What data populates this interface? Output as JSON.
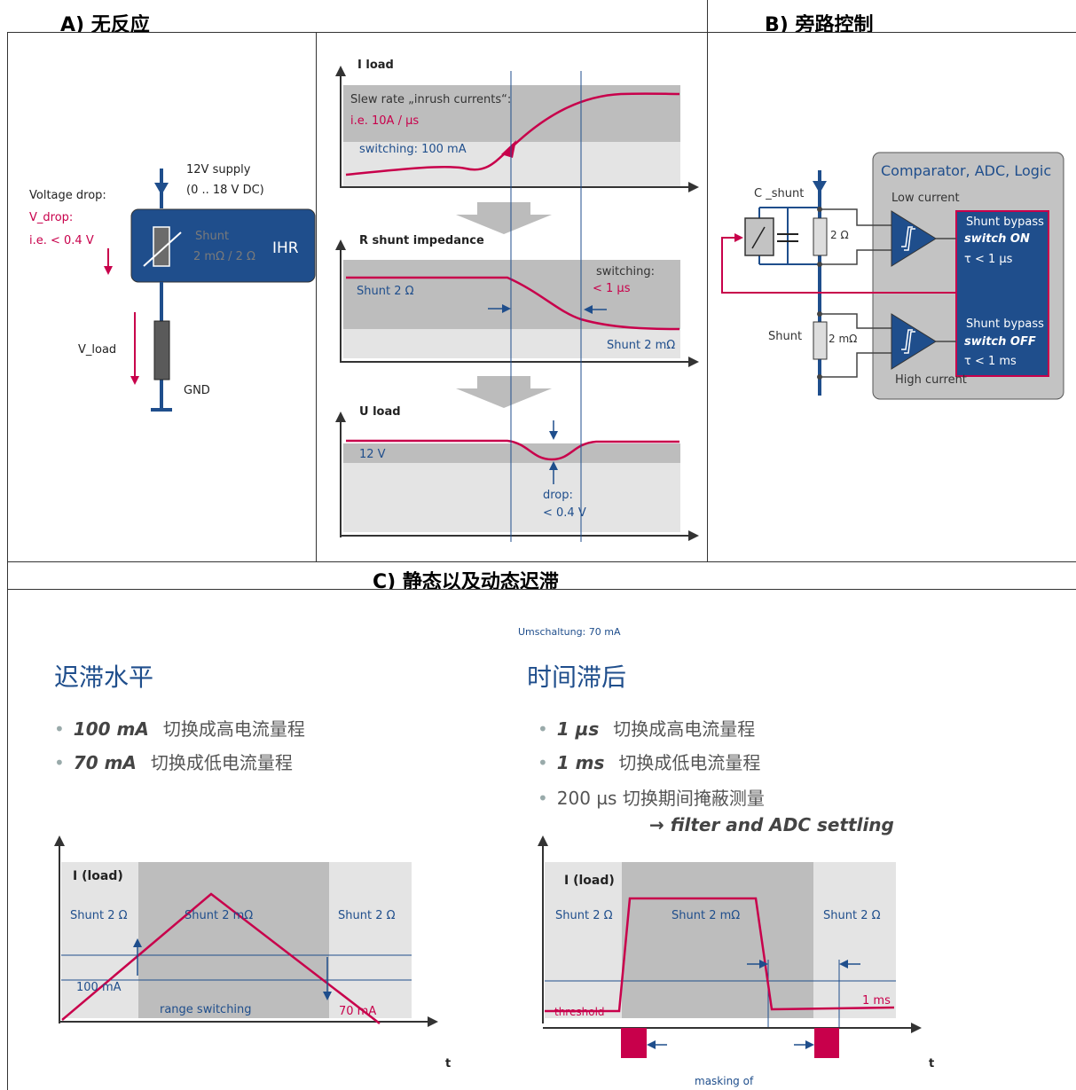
{
  "headers": {
    "a": "A) 无反应",
    "b": "B) 旁路控制",
    "c": "C) 静态以及动态迟滞"
  },
  "section_a": {
    "supply": "12V supply",
    "supply_range": "(0 .. 18 V DC)",
    "vdrop_label": "Voltage drop:",
    "vdrop_name": "V_drop:",
    "vdrop_value": "i.e. < 0.4 V",
    "shunt_line1": "Shunt",
    "shunt_line2": "2 mΩ / 2 Ω",
    "ihr": "IHR",
    "vload": "V_load",
    "gnd": "GND"
  },
  "charts_a": {
    "iload": {
      "title": "I load",
      "slew": "Slew rate „inrush currents“:",
      "slew_value": "i.e. 10A / µs",
      "switching": "switching: 100 mA"
    },
    "rshunt": {
      "title": "R shunt impedance",
      "shunt_high": "Shunt 2 Ω",
      "switching": "switching:",
      "switching_value": "< 1 µs",
      "shunt_low": "Shunt 2 mΩ"
    },
    "uload": {
      "title": "U load",
      "v12": "12 V",
      "drop": "drop:",
      "drop_value": "< 0.4 V"
    }
  },
  "section_b": {
    "box_title": "Comparator, ADC, Logic",
    "low_current": "Low current",
    "high_current": "High current",
    "cshunt": "C _shunt",
    "r2ohm": "2 Ω",
    "r2mohm": "2 mΩ",
    "shunt": "Shunt",
    "on_line1": "Shunt bypass",
    "on_line2": "switch ON",
    "on_line3": "τ < 1 µs",
    "off_line1": "Shunt bypass",
    "off_line2": "switch OFF",
    "off_line3": "τ < 1 ms"
  },
  "section_c": {
    "umschaltung": "Umschaltung: 70 mA",
    "left_title": "迟滞水平",
    "left_bullets": [
      {
        "em": "100 mA",
        "text": "切换成高电流量程"
      },
      {
        "em": "70 mA",
        "text": "切换成低电流量程"
      }
    ],
    "right_title": "时间滞后",
    "right_bullets": [
      {
        "em": "1 µs",
        "text": "切换成高电流量程"
      },
      {
        "em": "1 ms",
        "text": "切换成低电流量程"
      },
      {
        "em": "",
        "text": "200 µs 切换期间掩蔽测量"
      }
    ],
    "filter_note": "→  filter and ADC settling",
    "left_chart": {
      "ylabel": "I (load)",
      "shunt_left": "Shunt 2 Ω",
      "shunt_mid": "Shunt 2 mΩ",
      "shunt_right": "Shunt 2 Ω",
      "l100": "100 mA",
      "range": "range switching",
      "l70": "70 mA",
      "t": "t"
    },
    "right_chart": {
      "ylabel": "I (load)",
      "shunt_left": "Shunt 2 Ω",
      "shunt_mid": "Shunt 2 mΩ",
      "shunt_right": "Shunt 2 Ω",
      "threshold": "threshold",
      "ms": "1 ms",
      "masking": "masking of",
      "t": "t"
    }
  },
  "colors": {
    "navy": "#1f4e8c",
    "crimson": "#c8004b",
    "dark_band": "#bdbdbd",
    "light_band": "#e4e4e4"
  }
}
